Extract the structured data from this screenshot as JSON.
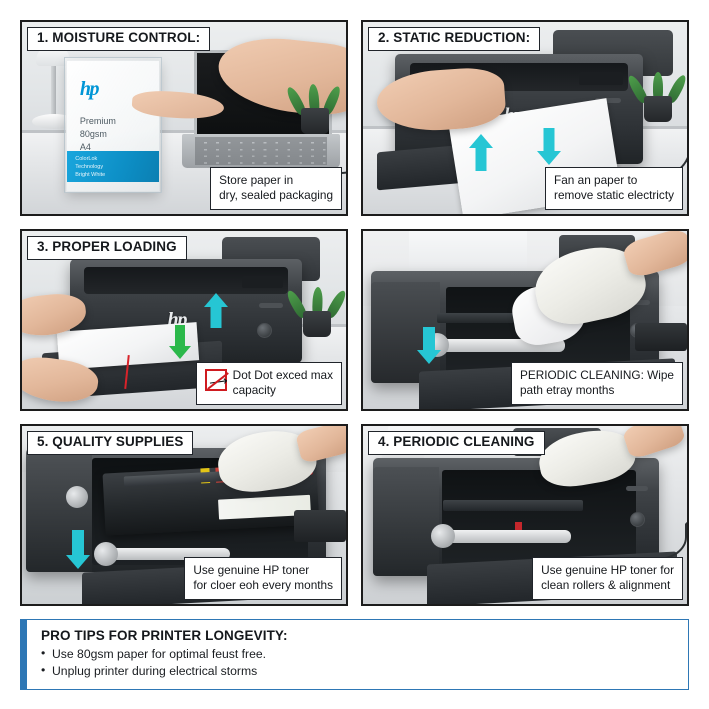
{
  "document": {
    "type": "printer-maintenance-infographic",
    "background_color": "#ffffff"
  },
  "colors": {
    "teal_arrow": "#26c6d4",
    "green_arrow": "#2bb84a",
    "accent_blue": "#2e77b5",
    "hp_blue": "#0096d6",
    "warning_red": "#cf1b20",
    "panel_border": "#1c1c1c",
    "text": "#16191d"
  },
  "panels": [
    {
      "id": "moisture-control",
      "title": "1. MOISTURE CONTROL:",
      "caption": "Store paper in\ndry, sealed packaging",
      "caption_line1": "Store paper in",
      "caption_line2": "dry, sealed packaging",
      "scene": "hand-pointing-at-hp-paper-pack-beside-laptop",
      "paper_pack": {
        "brand": "hp",
        "line1": "Premium",
        "line2": "80gsm",
        "line3": "A4",
        "band_line1": "ColorLok",
        "band_line2": "Technology",
        "band_line3": "Bright White"
      },
      "arrows": []
    },
    {
      "id": "static-reduction",
      "title": "2. STATIC REDUCTION:",
      "caption_line1": "Fan an paper to",
      "caption_line2": "remove static electricty",
      "scene": "hand-fanning-paper-stack-in-front-of-printer",
      "arrows": [
        {
          "name": "fan-up-arrow",
          "direction": "up",
          "color": "#26c6d4"
        },
        {
          "name": "fan-down-arrow",
          "direction": "down",
          "color": "#26c6d4"
        }
      ]
    },
    {
      "id": "proper-loading",
      "title": "3. PROPER LOADING",
      "caption_line1": "Dot Dot exced max",
      "caption_line2": "capacity",
      "caption_icon": "no-overfill-icon",
      "scene": "hands-loading-paper-stack-into-printer-tray",
      "arrows": [
        {
          "name": "tray-up-arrow",
          "direction": "up",
          "color": "#26c6d4"
        },
        {
          "name": "stack-down-arrow",
          "direction": "down",
          "color": "#2bb84a"
        }
      ]
    },
    {
      "id": "periodic-cleaning-wipe",
      "title": "",
      "caption_line1": "PERIODIC CLEANING: Wipe",
      "caption_line2": "path etray months",
      "scene": "gloved-hand-wiping-interior-paper-path-with-cloth",
      "arrows": [
        {
          "name": "interior-down-arrow",
          "direction": "down",
          "color": "#26c6d4"
        }
      ]
    },
    {
      "id": "quality-supplies",
      "title": "5. QUALITY SUPPLIES",
      "caption_line1": "Use genuine HP toner",
      "caption_line2": "for cloer eoh every months",
      "scene": "gloved-hand-installing-hp-toner-cartridge",
      "arrows": [
        {
          "name": "cartridge-down-arrow",
          "direction": "down",
          "color": "#26c6d4"
        }
      ]
    },
    {
      "id": "periodic-cleaning",
      "title": "4. PERIODIC CLEANING",
      "caption_line1": "Use genuine HP toner for",
      "caption_line2": "clean rollers & alignment",
      "scene": "gloved-hand-opening-printer-to-clean-rollers",
      "arrows": []
    }
  ],
  "footer": {
    "title": "PRO TIPS FOR PRINTER LONGEVITY:",
    "tips": [
      "Use 80gsm paper for optimal feust free.",
      "Unplug printer during electrical storms"
    ],
    "accent_color": "#2e77b5"
  }
}
